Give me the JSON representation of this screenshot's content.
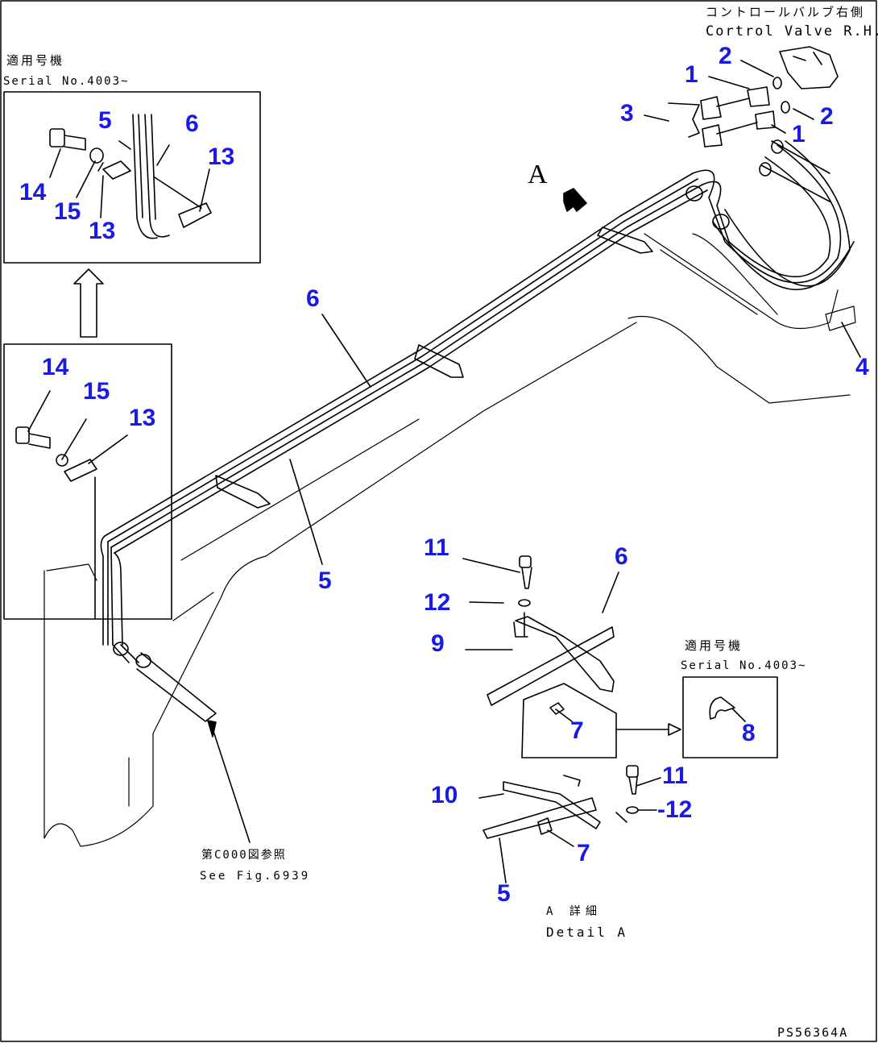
{
  "header": {
    "control_valve_jp": "コントロールバルブ右側",
    "control_valve_en": "Cortrol Valve R.H."
  },
  "inset_top": {
    "serial_jp": "適用号機",
    "serial_en": "Serial No.4003~"
  },
  "detail_inset": {
    "serial_jp": "適用号機",
    "serial_en": "Serial No.4003~"
  },
  "view_arrow_label": "A",
  "see_fig": {
    "jp": "第C000図参照",
    "en": "See Fig.6939"
  },
  "detail_caption": {
    "jp": "A 詳細",
    "en": "Detail A"
  },
  "drawing_code": "PS56364A",
  "part_numbers": {
    "p1a": "1",
    "p2a": "2",
    "p3": "3",
    "p2b": "2",
    "p1b": "1",
    "p4": "4",
    "p5_top": "5",
    "p6_top": "6",
    "p13_top1": "13",
    "p14_top": "14",
    "p15_top": "15",
    "p13_top2": "13",
    "p14_mid": "14",
    "p15_mid": "15",
    "p13_mid": "13",
    "p6_main": "6",
    "p5_main": "5",
    "p11a": "11",
    "p6_det": "6",
    "p12a": "12",
    "p9": "9",
    "p7a": "7",
    "p8": "8",
    "p11b": "11",
    "p10": "10",
    "p12b": "-12",
    "p7b": "7",
    "p5_det": "5"
  }
}
